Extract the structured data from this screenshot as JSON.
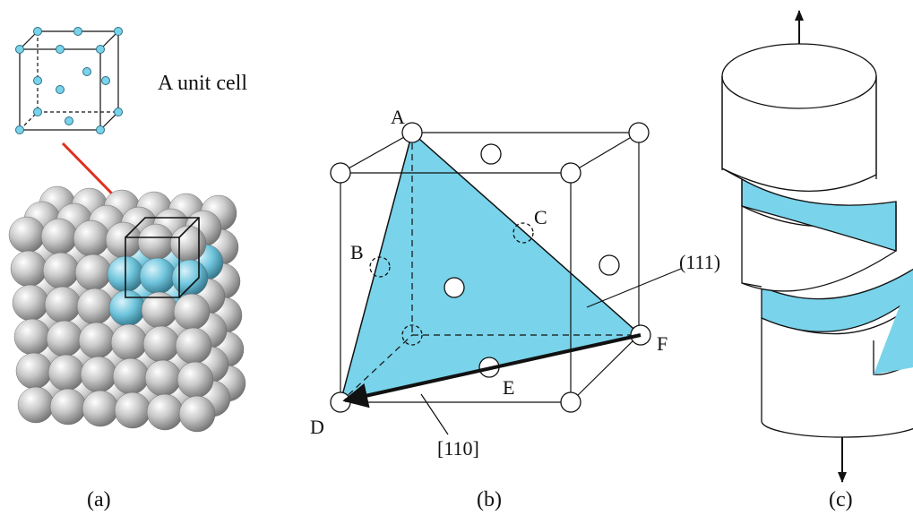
{
  "colors": {
    "accent": "#79d3ea",
    "atom_accent": "#6ec4dc",
    "sphere_gray": "#b8b8b8",
    "line": "#111111",
    "arrow_red": "#e0301e"
  },
  "panel_a": {
    "unit_cell_label": "A unit cell",
    "caption": "(a)"
  },
  "panel_b": {
    "caption": "(b)",
    "points": {
      "A": "A",
      "B": "B",
      "C": "C",
      "D": "D",
      "E": "E",
      "F": "F"
    },
    "plane_label": "(111)",
    "direction_label": "[110]"
  },
  "panel_c": {
    "caption": "(c)"
  }
}
